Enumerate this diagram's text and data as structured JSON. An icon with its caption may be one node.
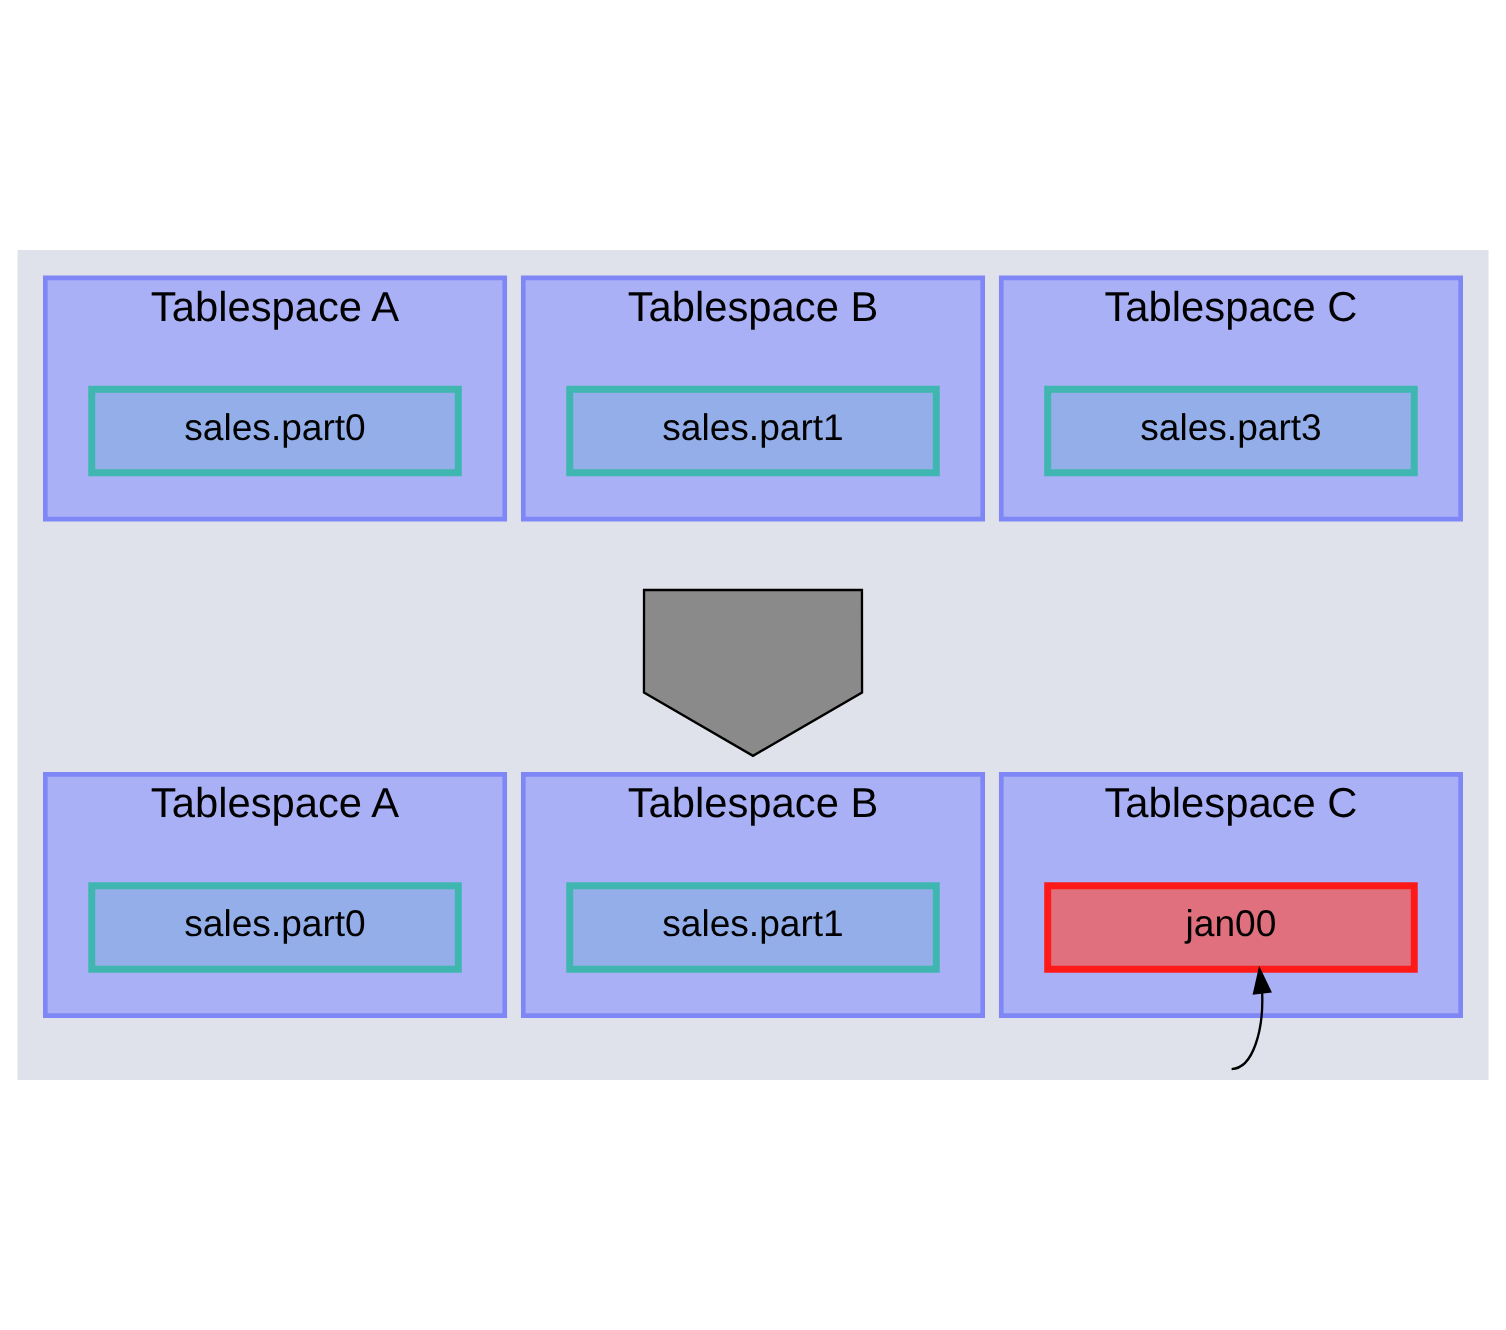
{
  "diagram": {
    "nodes": [
      {
        "text": [
          "Tablespace A"
        ]
      },
      {
        "text": [
          "sales.part0"
        ],
        "in": 0
      },
      {
        "text": [
          "Tablespace B"
        ]
      },
      {
        "text": [
          "sales.part1"
        ],
        "in": 2
      },
      {
        "text": [
          "Tablespace C"
        ]
      },
      {
        "text": [
          "sales.part3"
        ],
        "in": 4
      },
      {
        "text": [],
        "shape": "arrow"
      },
      {
        "text": [
          "Tablespace A"
        ]
      },
      {
        "text": [
          "sales.part0"
        ],
        "in": 7
      },
      {
        "text": [
          "Tablespace B"
        ]
      },
      {
        "text": [
          "sales.part1"
        ],
        "in": 9
      },
      {
        "text": [
          "Tablespace C"
        ]
      },
      {
        "text": [
          "jan00"
        ],
        "in": 11
      }
    ],
    "edges": [
      {
        "from": null,
        "to": 12,
        "arrow": "to"
      }
    ]
  }
}
